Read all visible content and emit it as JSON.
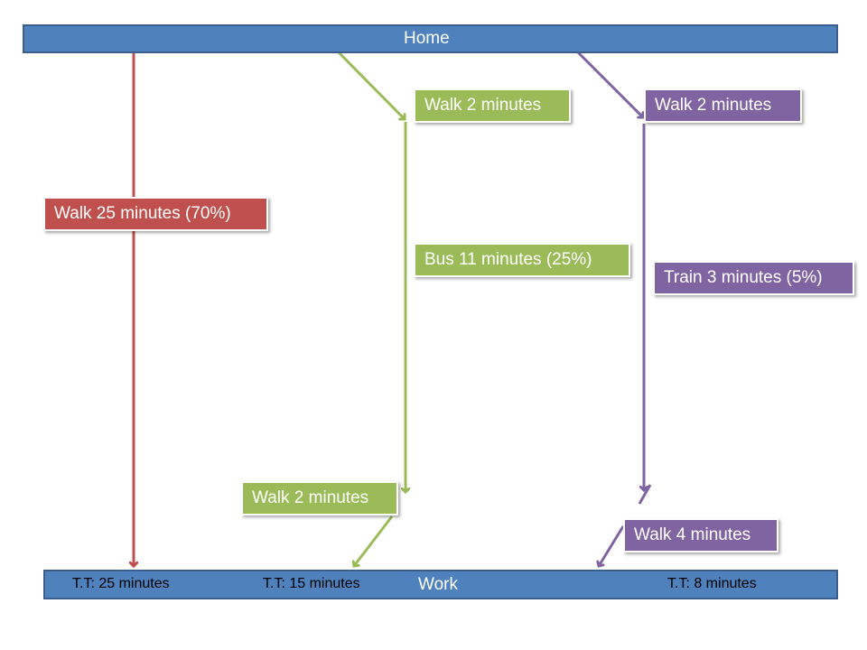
{
  "colors": {
    "walk_route": "#c0504d",
    "bus_route": "#9bbb59",
    "train_route": "#8064a2",
    "bar": "#4f81bd"
  },
  "home": {
    "label": "Home"
  },
  "work": {
    "label": "Work"
  },
  "totals": {
    "walk": "T.T: 25 minutes",
    "bus": "T.T: 15 minutes",
    "train": "T.T: 8 minutes"
  },
  "routes": {
    "walk": {
      "leg1": "Walk 25 minutes (70%)"
    },
    "bus": {
      "walk_to_stop": "Walk 2 minutes",
      "ride": "Bus 11 minutes (25%)",
      "walk_from_stop": "Walk 2 minutes"
    },
    "train": {
      "walk_to_station": "Walk 2 minutes",
      "ride": "Train 3 minutes (5%)",
      "walk_from_station": "Walk 4 minutes"
    }
  }
}
